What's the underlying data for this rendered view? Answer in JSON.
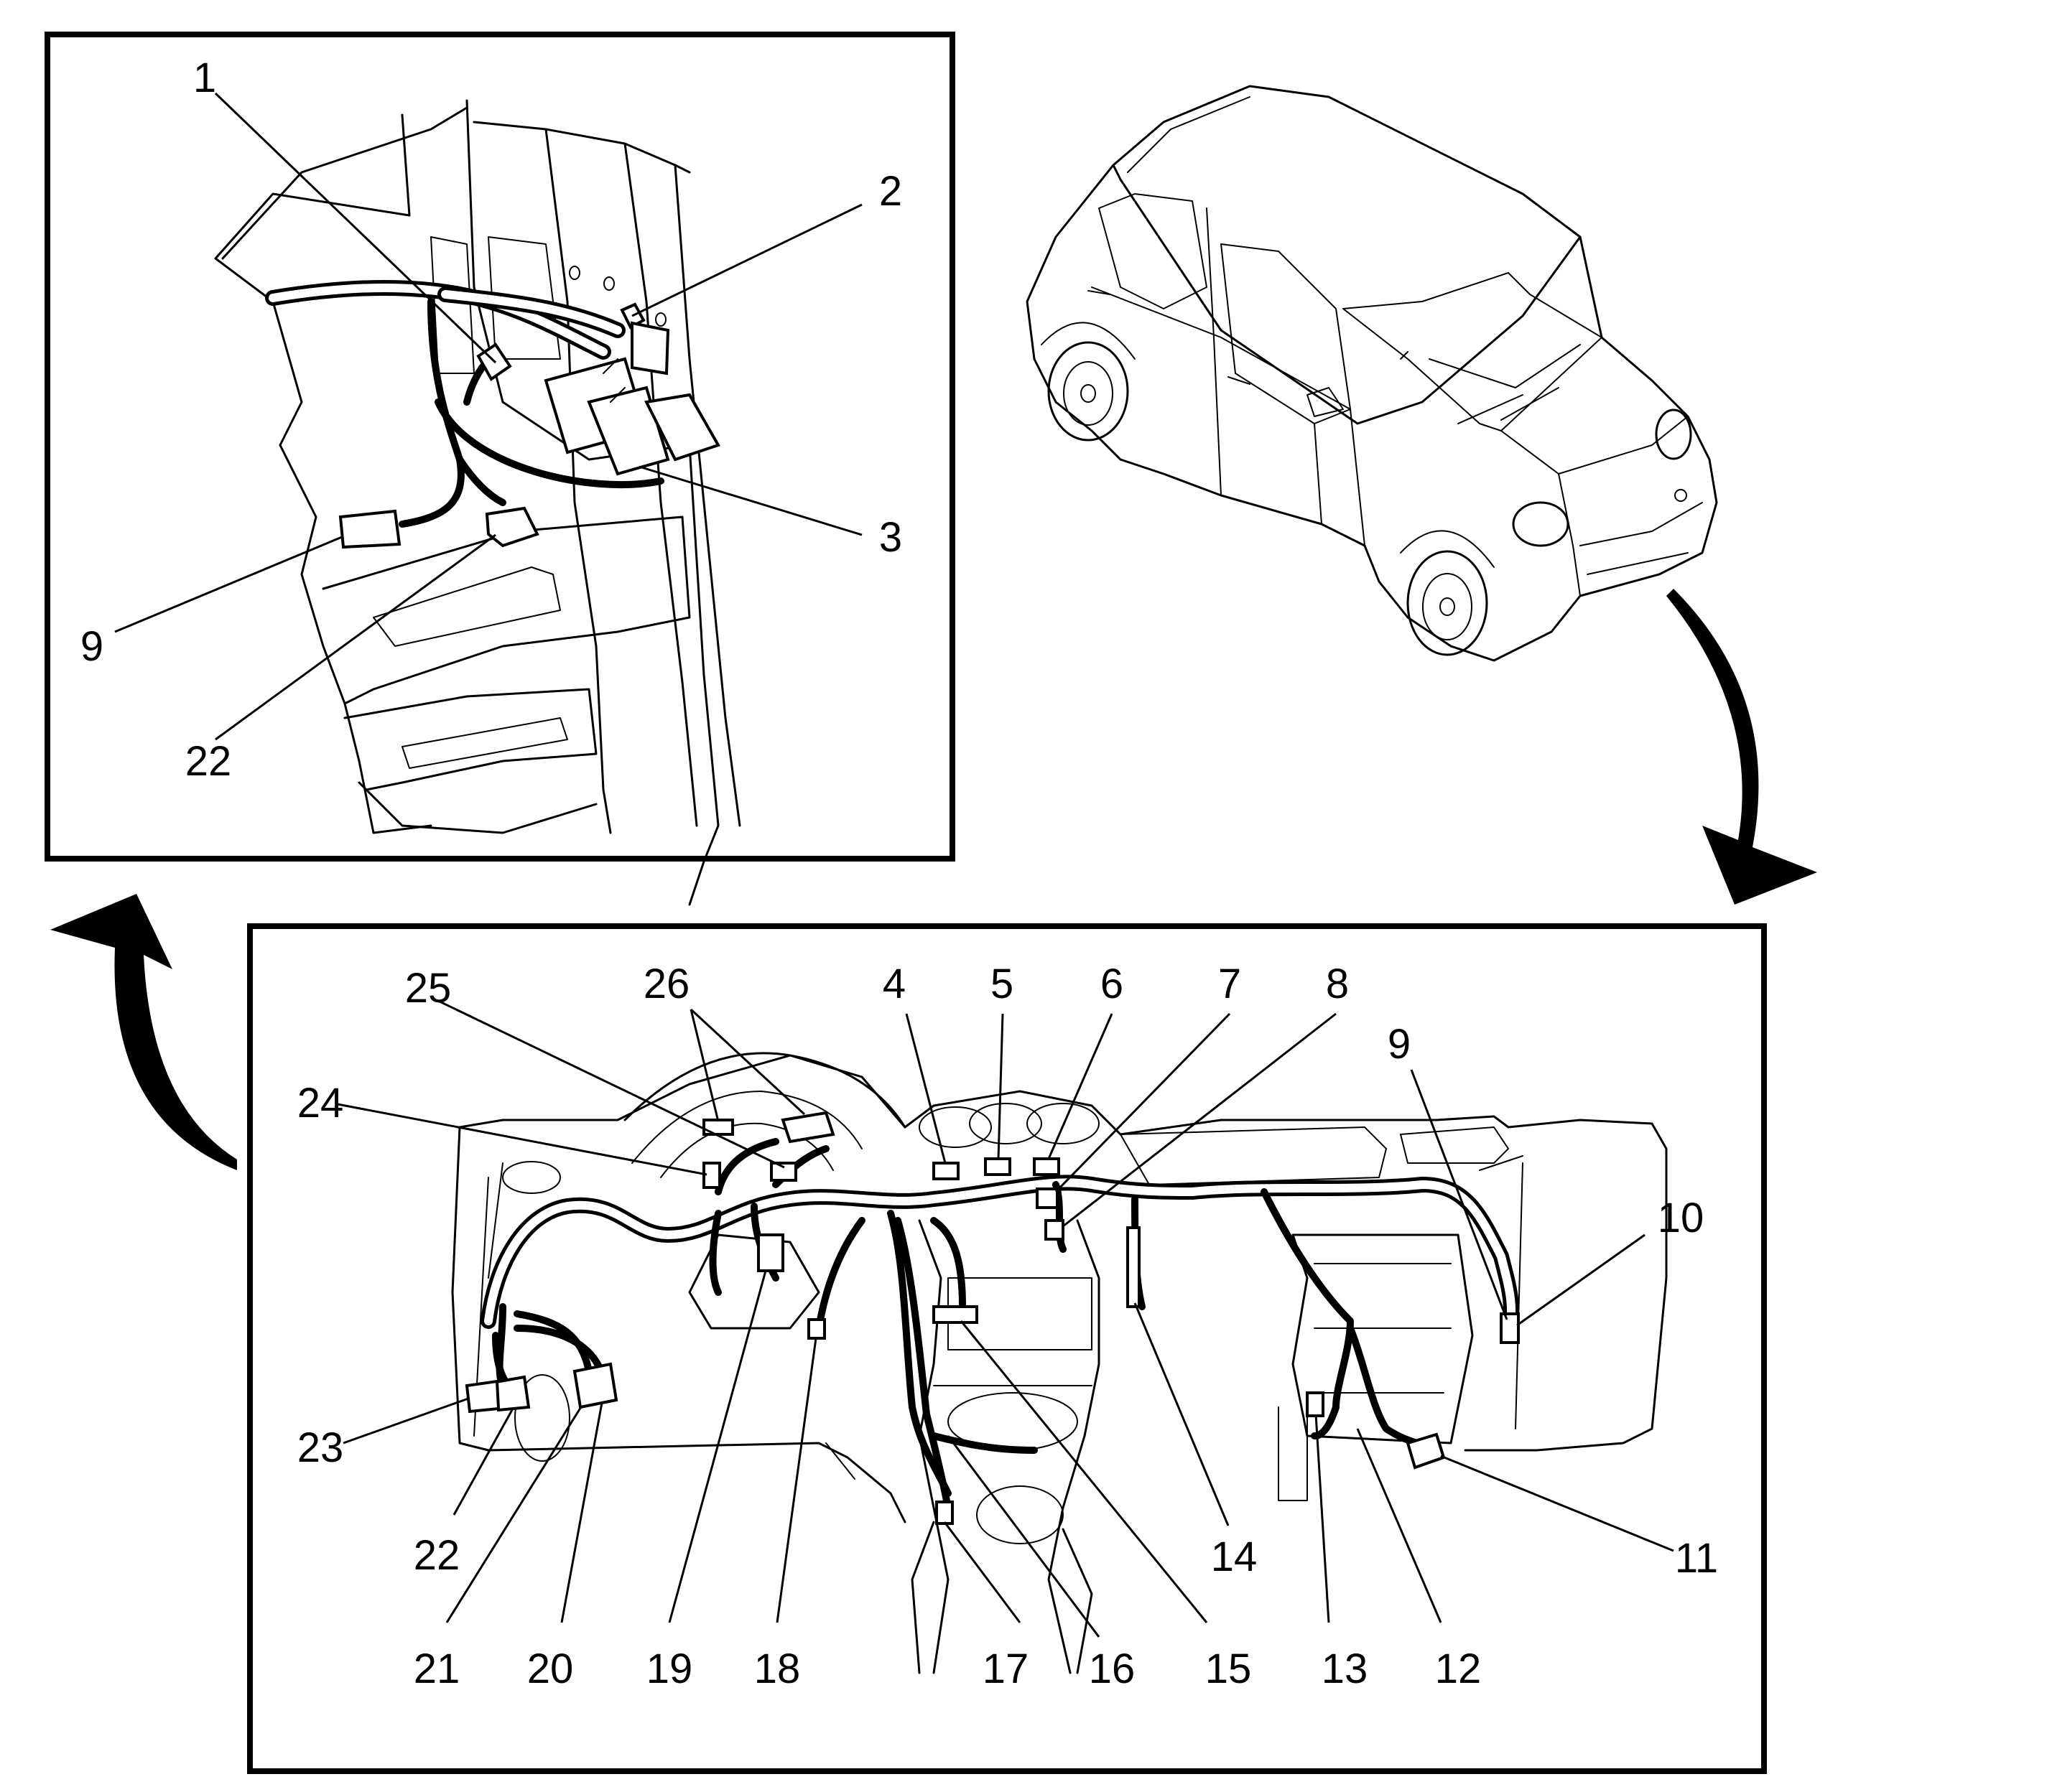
{
  "callouts": {
    "inset": [
      "1",
      "2",
      "3",
      "9",
      "22"
    ],
    "dash": [
      "4",
      "5",
      "6",
      "7",
      "8",
      "9",
      "10",
      "11",
      "12",
      "13",
      "14",
      "15",
      "16",
      "17",
      "18",
      "19",
      "20",
      "21",
      "22",
      "23",
      "24",
      "25",
      "26"
    ]
  }
}
